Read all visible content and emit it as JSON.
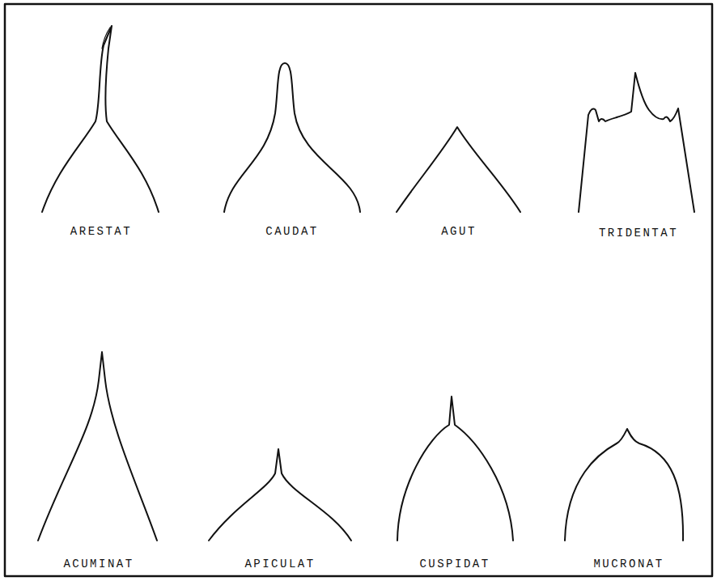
{
  "diagram": {
    "labels": [
      "ARESTAT",
      "CAUDAT",
      "AGUT",
      "TRIDENTAT",
      "ACUMINAT",
      "APICULAT",
      "CUSPIDAT",
      "MUCRONAT"
    ]
  }
}
